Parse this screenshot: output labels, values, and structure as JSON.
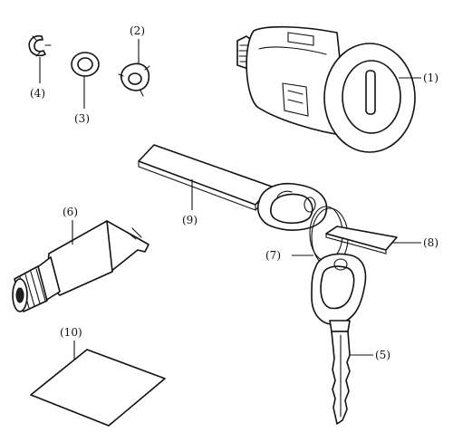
{
  "callouts": {
    "c1": "(1)",
    "c2": "(2)",
    "c3": "(3)",
    "c4": "(4)",
    "c5": "(5)",
    "c6": "(6)",
    "c7": "(7)",
    "c8": "(8)",
    "c9": "(9)",
    "c10": "(10)"
  }
}
